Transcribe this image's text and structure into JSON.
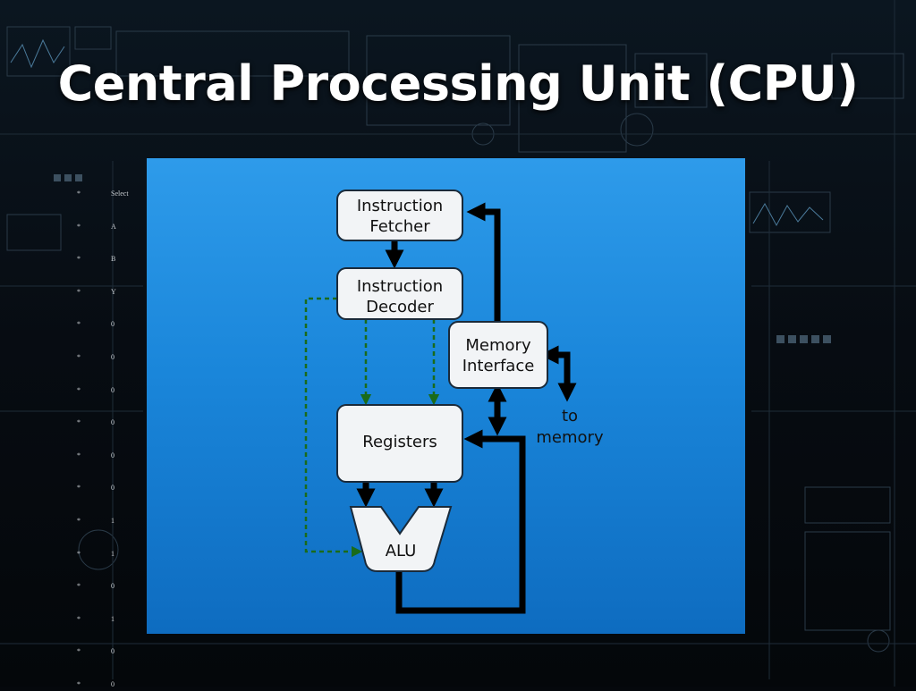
{
  "slide": {
    "title": "Central Processing Unit (CPU)"
  },
  "side_list": {
    "bullet": "*",
    "items": [
      "Select",
      "A",
      "B",
      "Y",
      "0",
      "0",
      "0",
      "0",
      "0",
      "0",
      "1",
      "1",
      "0",
      "1",
      "0",
      "0"
    ]
  },
  "diagram": {
    "instruction_fetcher": [
      "Instruction",
      "Fetcher"
    ],
    "instruction_decoder": [
      "Instruction",
      "Decoder"
    ],
    "memory_interface": [
      "Memory",
      "Interface"
    ],
    "registers": "Registers",
    "alu": "ALU",
    "to_memory": [
      "to",
      "memory"
    ]
  },
  "colors": {
    "panel_top": "#2e9bea",
    "panel_bottom": "#0e6cc0",
    "box_fill": "#f2f4f6",
    "arrow": "#000000",
    "dashed_arrow": "#1a6b1a"
  }
}
